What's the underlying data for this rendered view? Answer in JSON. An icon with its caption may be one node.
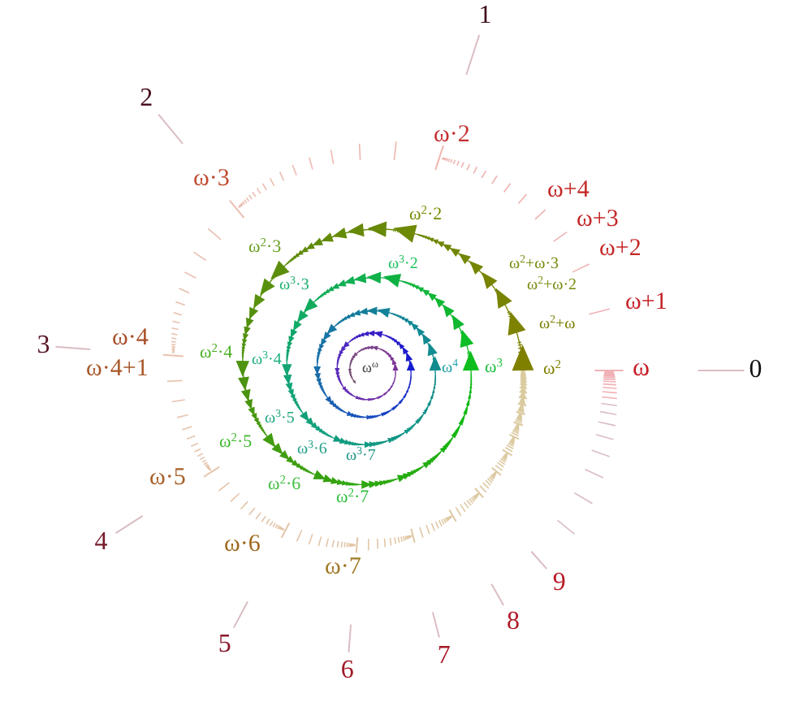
{
  "diagram": {
    "labels": [
      "0",
      "1",
      "2",
      "3",
      "4",
      "5",
      "6",
      "7",
      "8",
      "9",
      "ω",
      "ω+1",
      "ω+2",
      "ω+3",
      "ω+4",
      "ω·2",
      "ω·3",
      "ω·4",
      "ω·4+1",
      "ω·5",
      "ω·6",
      "ω·7",
      "ω$^{2}$",
      "ω$^{2}$+ω",
      "ω$^{2}$+ω·2",
      "ω$^{2}$+ω·3",
      "ω$^{2}$·2",
      "ω$^{2}$·3",
      "ω$^{2}$·4",
      "ω$^{2}$·5",
      "ω$^{2}$·6",
      "ω$^{2}$·7",
      "ω$^{3}$",
      "ω$^{3}$·2",
      "ω$^{3}$·3",
      "ω$^{3}$·4",
      "ω$^{3}$·5",
      "ω$^{3}$·6",
      "ω$^{3}$·7",
      "ω$^{4}$",
      "ω$^{ω}$"
    ]
  }
}
